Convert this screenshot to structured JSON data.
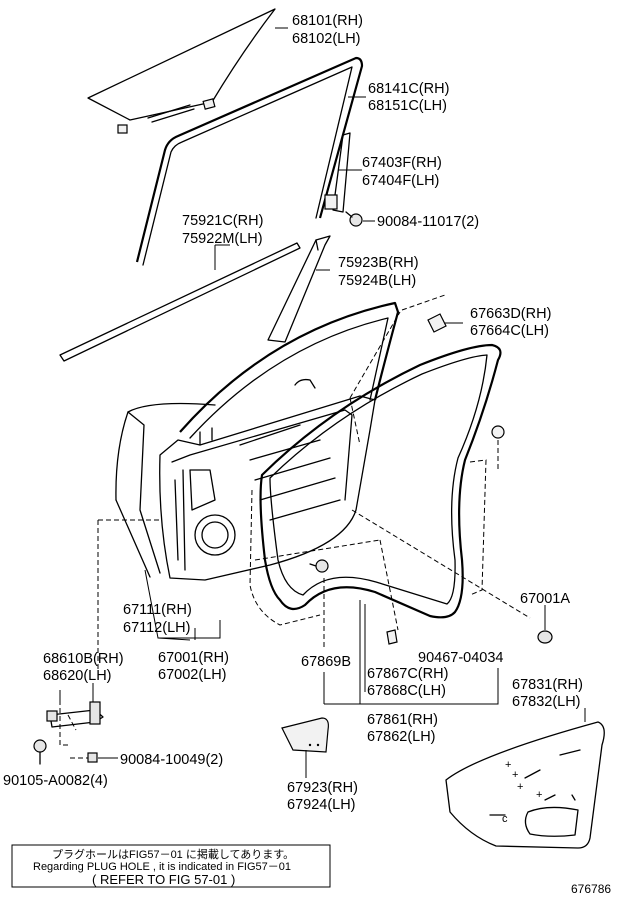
{
  "diagram": {
    "labels": {
      "p68101": "68101(RH)",
      "p68102": "68102(LH)",
      "p68141": "68141C(RH)",
      "p68151": "68151C(LH)",
      "p67403": "67403F(RH)",
      "p67404": "67404F(LH)",
      "p90084a": "90084-11017(2)",
      "p75921": "75921C(RH)",
      "p75922": "75922M(LH)",
      "p75923": "75923B(RH)",
      "p75924": "75924B(LH)",
      "p67663": "67663D(RH)",
      "p67664": "67664C(LH)",
      "p67111": "67111(RH)",
      "p67112": "67112(LH)",
      "p67001": "67001(RH)",
      "p67002": "67002(LH)",
      "p67001a": "67001A",
      "p68610": "68610B(RH)",
      "p68620": "68620(LH)",
      "p90467": "90467-04034",
      "p67869": "67869B",
      "p67867": "67867C(RH)",
      "p67868": "67868C(LH)",
      "p67831": "67831(RH)",
      "p67832": "67832(LH)",
      "p90084b": "90084-10049(2)",
      "p90105": "90105-A0082(4)",
      "p67861": "67861(RH)",
      "p67862": "67862(LH)",
      "p67923": "67923(RH)",
      "p67924": "67924(LH)"
    },
    "note": {
      "line1": "プラグホールはFIG57－01 に掲載してあります。",
      "line2": "Regarding  PLUG HOLE , it is indicated in FIG57－01",
      "line3": "(   REFER TO FIG 57-01  )"
    },
    "figure_number": "676786"
  }
}
